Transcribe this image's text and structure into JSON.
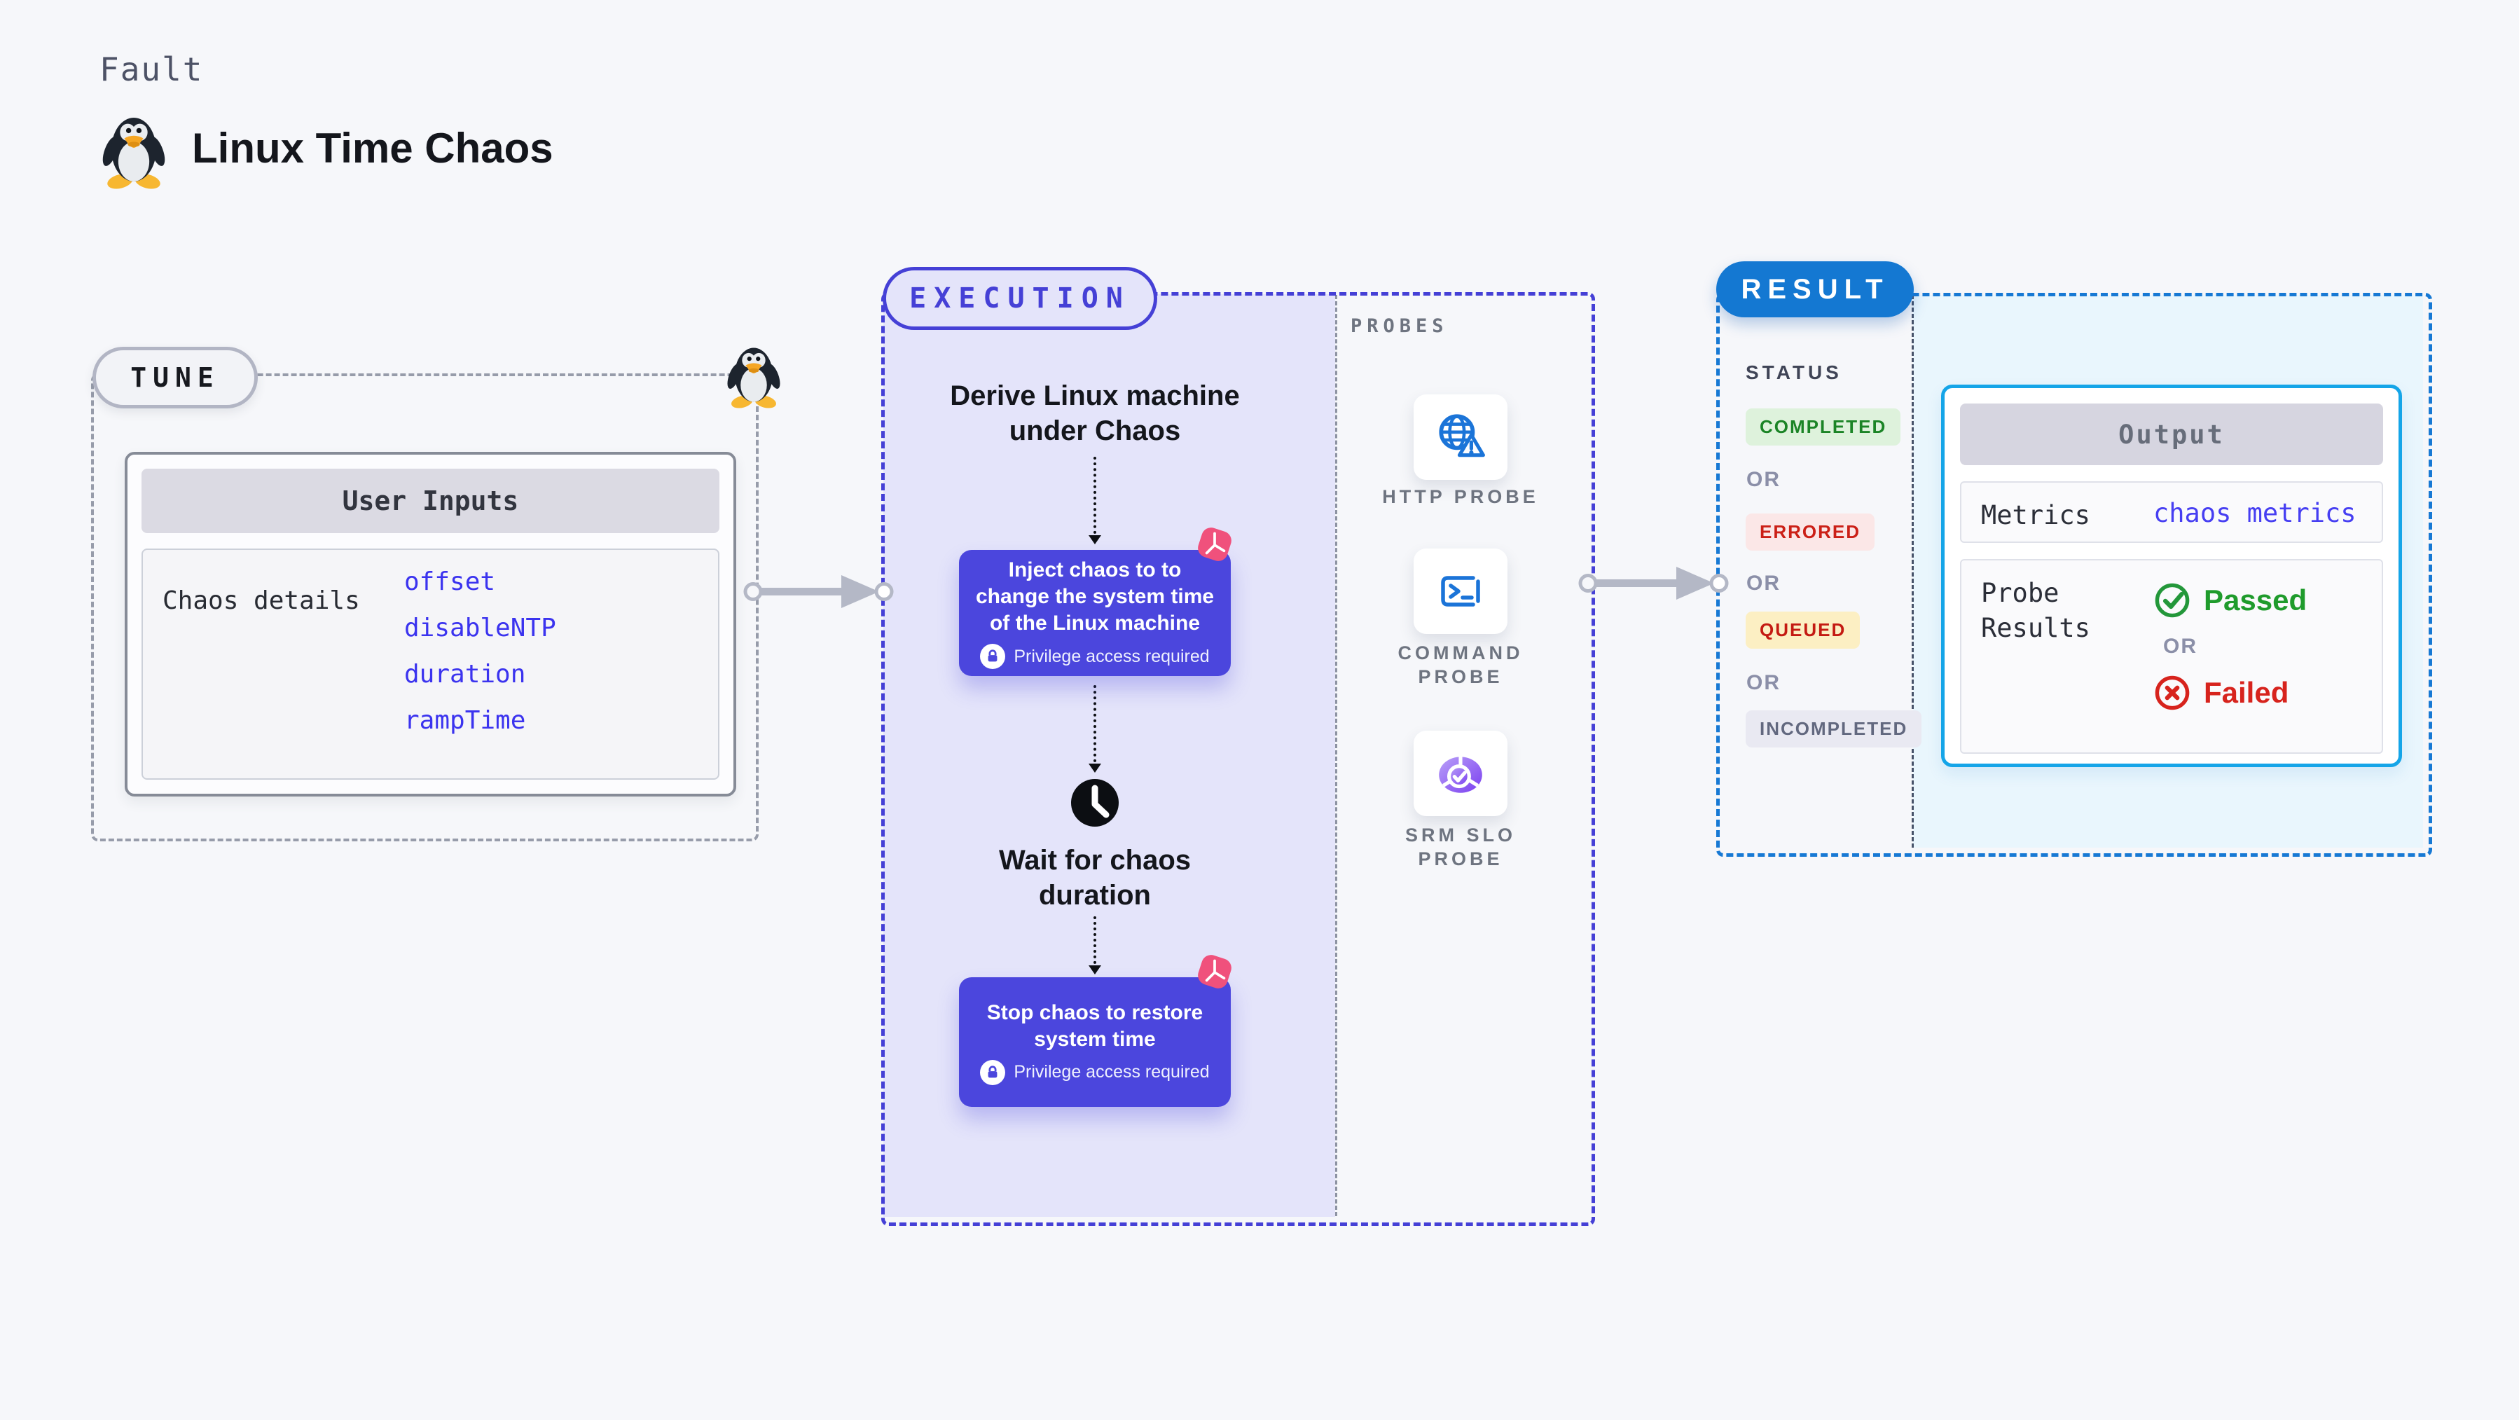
{
  "header": {
    "kicker": "Fault",
    "title": "Linux Time Chaos"
  },
  "tune": {
    "pill": "TUNE",
    "card_header": "User Inputs",
    "row_label": "Chaos details",
    "params": [
      "offset",
      "disableNTP",
      "duration",
      "rampTime"
    ]
  },
  "execution": {
    "pill": "EXECUTION",
    "derive_step": "Derive Linux machine under Chaos",
    "inject_step": {
      "text": "Inject chaos to to change the system time of the Linux machine",
      "note": "Privilege access required"
    },
    "wait_step": "Wait for chaos duration",
    "stop_step": {
      "text": "Stop chaos to restore system time",
      "note": "Privilege access required"
    }
  },
  "probes": {
    "label": "PROBES",
    "items": [
      {
        "name": "HTTP PROBE",
        "icon": "globe-alert-icon"
      },
      {
        "name": "COMMAND PROBE",
        "icon": "terminal-icon"
      },
      {
        "name": "SRM SLO PROBE",
        "icon": "slo-pie-icon"
      }
    ]
  },
  "result": {
    "pill": "RESULT",
    "status_label": "STATUS",
    "or": "OR",
    "statuses": [
      {
        "label": "COMPLETED",
        "type": "success"
      },
      {
        "label": "ERRORED",
        "type": "error"
      },
      {
        "label": "QUEUED",
        "type": "queued"
      },
      {
        "label": "INCOMPLETED",
        "type": "incomplete"
      }
    ],
    "output": {
      "header": "Output",
      "metrics_label": "Metrics",
      "metrics_value": "chaos metrics",
      "probe_results_label": "Probe Results",
      "passed": "Passed",
      "or": "OR",
      "failed": "Failed"
    }
  },
  "colors": {
    "accent_indigo": "#4540d6",
    "node_indigo": "#4b46dd",
    "accent_blue": "#1478d2",
    "output_border_cyan": "#15a5e8",
    "chaos_pink": "#f0517c",
    "success_green": "#1f9b2c",
    "error_red": "#d7231d",
    "link_indigo": "#3b33ef",
    "execution_fill": "#e4e4fa",
    "result_fill": "#e9f6fd",
    "page_bg": "#f6f7fa"
  }
}
